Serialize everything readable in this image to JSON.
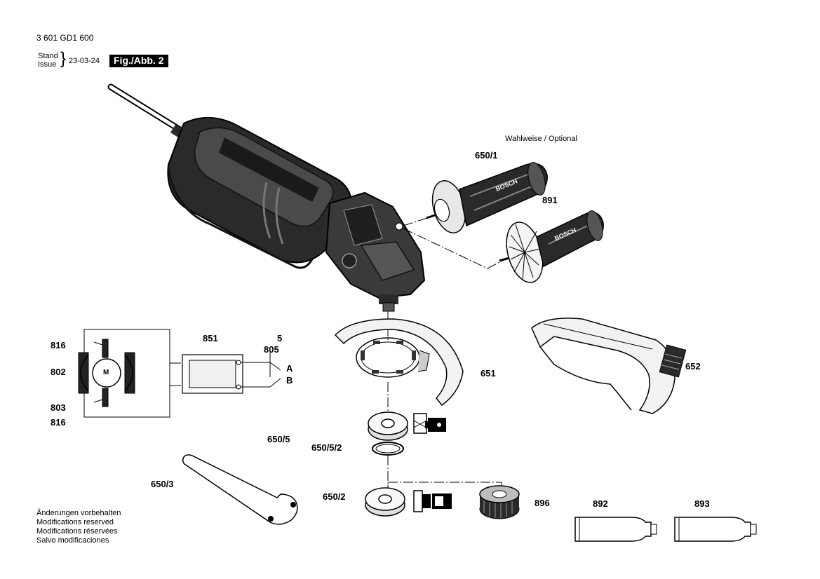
{
  "header": {
    "doc_number": "3 601 GD1 600",
    "stand_label": "Stand",
    "issue_label": "Issue",
    "brace": "}",
    "date": "23-03-24",
    "figure_label": "Fig./Abb. 2"
  },
  "optional_note": "Wahlweise / Optional",
  "parts": {
    "p650_1": "650/1",
    "p891": "891",
    "p651": "651",
    "p652": "652",
    "p650_5": "650/5",
    "p650_5_2": "650/5/2",
    "p650_3": "650/3",
    "p650_2": "650/2",
    "p896": "896",
    "p892": "892",
    "p893": "893"
  },
  "circuit": {
    "p816_top": "816",
    "p802": "802",
    "p803": "803",
    "p816_bottom": "816",
    "p851": "851",
    "p5": "5",
    "p805": "805",
    "terminal_a": "A",
    "terminal_b": "B",
    "motor_label": "M"
  },
  "handle_brand": "BOSCH",
  "footer": {
    "lines": [
      "Änderungen vorbehalten",
      "Modifications reserved",
      "Modifications réservées",
      "Salvo modificaciones"
    ]
  },
  "colors": {
    "ink": "#000000",
    "dark_body": "#2a2a2a",
    "mid_grey": "#6b6b6b",
    "light_grey": "#d9d9d9",
    "paper": "#ffffff"
  }
}
